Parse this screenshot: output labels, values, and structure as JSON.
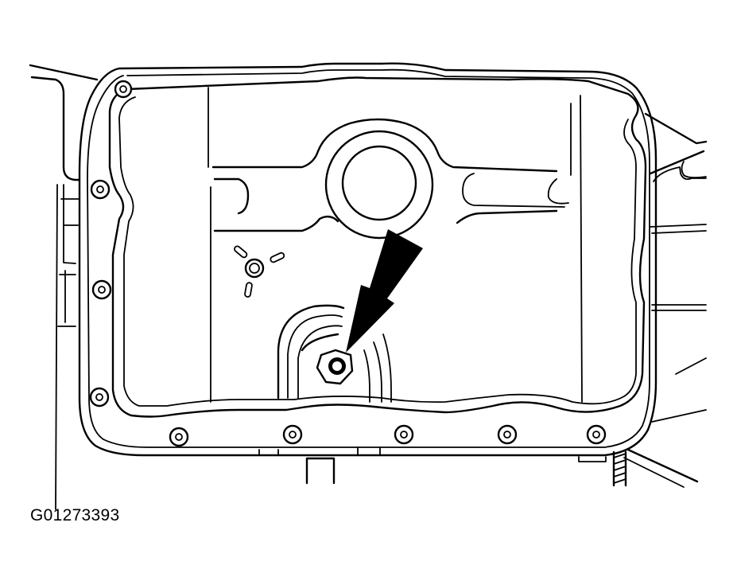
{
  "figure": {
    "id_label": "G01273393",
    "subject": "Oil pan with drain plug",
    "colors": {
      "line": "#000000",
      "background": "#ffffff"
    },
    "callouts": [
      {
        "name": "arrow",
        "points_to": "drain-plug"
      }
    ],
    "components": [
      "oil-pan",
      "pan-flange",
      "pan-bolts",
      "drain-plug",
      "oil-filter-boss",
      "sensor-mount",
      "surrounding-engine-block"
    ],
    "bolt_count_visible": 11
  }
}
